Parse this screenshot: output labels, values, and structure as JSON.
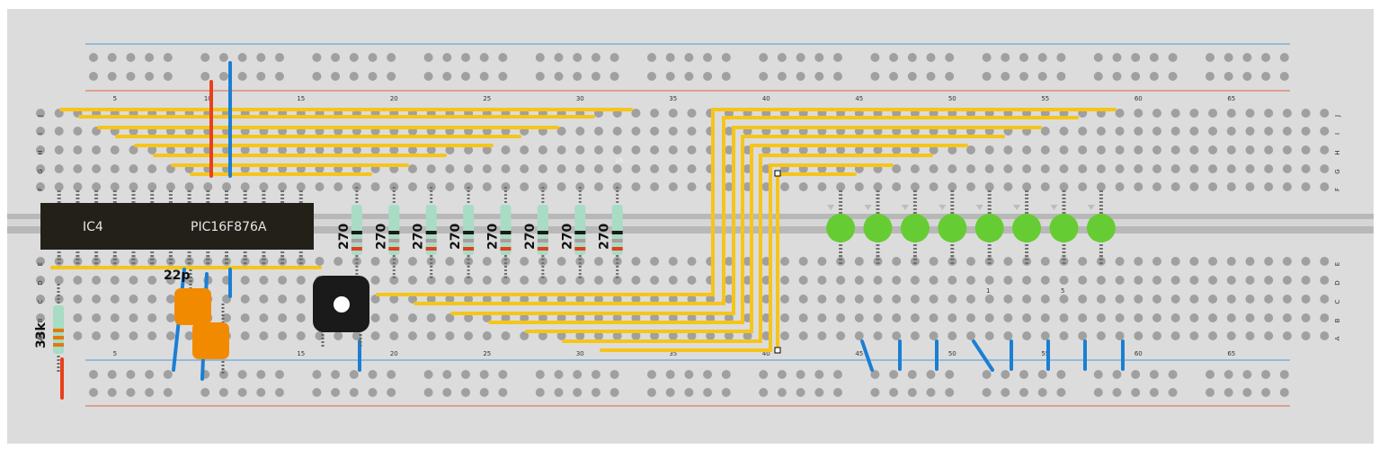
{
  "board": {
    "column_numbers_top": [
      "5",
      "10",
      "15",
      "20",
      "25",
      "30",
      "35",
      "40",
      "45",
      "50",
      "55",
      "60",
      "65"
    ],
    "column_numbers_bottom": [
      "5",
      "10",
      "15",
      "20",
      "25",
      "30",
      "35",
      "40",
      "45",
      "50",
      "55",
      "60",
      "65"
    ],
    "row_letters_top": [
      "J",
      "I",
      "H",
      "G",
      "F"
    ],
    "row_letters_bottom": [
      "E",
      "D",
      "C",
      "B",
      "A"
    ]
  },
  "chip": {
    "ref": "IC4",
    "part": "PIC16F876A"
  },
  "resistors": {
    "value": "270",
    "count": 8
  },
  "pullup_resistor": {
    "value": "33k"
  },
  "capacitors": {
    "value": "22p"
  },
  "leds": {
    "color": "#66cc33",
    "count": 8
  },
  "wires": {
    "jumper_color": "#f5c518",
    "red_color": "#e8401c",
    "blue_color": "#1a7fd4"
  },
  "faint_labels": {
    "top": "1R",
    "bottom_left": "1",
    "bottom_right": "5"
  }
}
